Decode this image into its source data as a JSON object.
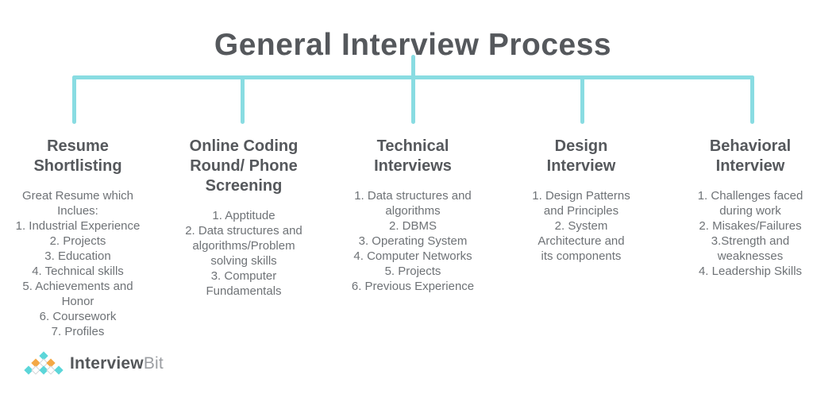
{
  "title": "General Interview Process",
  "columns": [
    {
      "id": "resume-shortlisting",
      "heading_lines": [
        "Resume",
        "Shortlisting"
      ],
      "item_lines": [
        "Great Resume which",
        "Inclues:",
        "1. Industrial Experience",
        "2. Projects",
        "3. Education",
        "4. Technical skills",
        "5. Achievements and",
        "Honor",
        "6. Coursework",
        "7. Profiles"
      ]
    },
    {
      "id": "online-coding-round-phone-screening",
      "heading_lines": [
        "Online Coding",
        "Round/ Phone",
        "Screening"
      ],
      "item_lines": [
        "1. Apptitude",
        "2. Data structures and",
        "algorithms/Problem",
        "solving skills",
        "3. Computer",
        "Fundamentals"
      ]
    },
    {
      "id": "technical-interviews",
      "heading_lines": [
        "Technical",
        "Interviews"
      ],
      "item_lines": [
        "1. Data structures and",
        "algorithms",
        "2. DBMS",
        "3. Operating System",
        "4. Computer Networks",
        "5. Projects",
        "6. Previous Experience"
      ]
    },
    {
      "id": "design-interview",
      "heading_lines": [
        "Design",
        "Interview"
      ],
      "item_lines": [
        "1. Design Patterns",
        "and Principles",
        "2. System",
        "Architecture and",
        "its components"
      ]
    },
    {
      "id": "behavioral-interview",
      "heading_lines": [
        "Behavioral",
        "Interview"
      ],
      "item_lines": [
        "1. Challenges faced",
        "during work",
        "2. Misakes/Failures",
        "3.Strength and",
        "weaknesses",
        "4. Leadership Skills"
      ]
    }
  ],
  "logo": {
    "brand_primary": "Interview",
    "brand_secondary": "Bit",
    "pyramid_rows": [
      [
        "teal"
      ],
      [
        "orange",
        "white",
        "orange"
      ],
      [
        "teal",
        "white",
        "teal",
        "white",
        "teal"
      ]
    ]
  },
  "colors": {
    "connector": "#89dce2",
    "heading_text": "#55585c",
    "body_text": "#6e7276",
    "logo_teal": "#5cd6d9",
    "logo_orange": "#f4a845",
    "logo_white": "#ffffff"
  }
}
